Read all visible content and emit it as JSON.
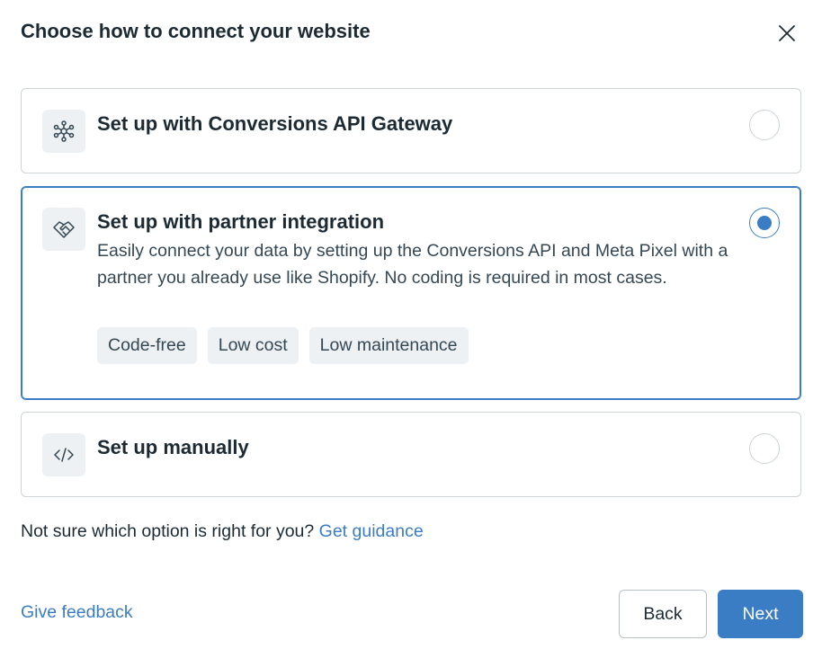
{
  "dialog": {
    "title": "Choose how to connect your website",
    "close_icon": "close-icon"
  },
  "options": [
    {
      "title": "Set up with Conversions API Gateway",
      "icon": "network-icon",
      "selected": false
    },
    {
      "title": "Set up with partner integration",
      "icon": "handshake-icon",
      "selected": true,
      "description": "Easily connect your data by setting up the Conversions API and Meta Pixel with a partner you already use like Shopify. No coding is required in most cases.",
      "tags": [
        "Code-free",
        "Low cost",
        "Low maintenance"
      ]
    },
    {
      "title": "Set up manually",
      "icon": "code-icon",
      "selected": false
    }
  ],
  "help": {
    "text": "Not sure which option is right for you?",
    "link": "Get guidance"
  },
  "footer": {
    "feedback": "Give feedback",
    "back": "Back",
    "next": "Next"
  },
  "colors": {
    "accent": "#3b7dc4",
    "text": "#1c2b33",
    "border": "#cdd3d8",
    "tag_bg": "#eef1f3"
  }
}
